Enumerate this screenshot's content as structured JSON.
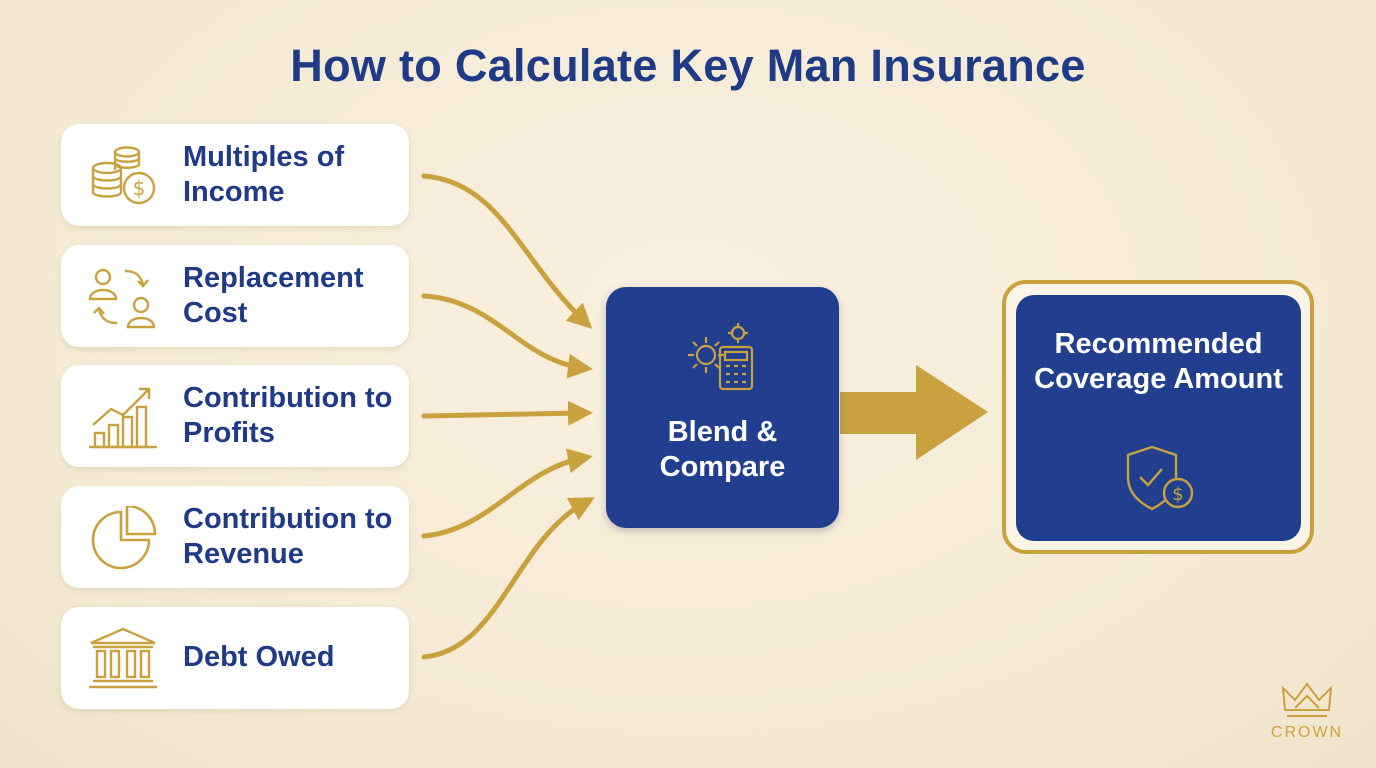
{
  "title": "How to Calculate Key Man Insurance",
  "methods": [
    {
      "label": "Multiples of Income",
      "icon": "coins-dollar-icon"
    },
    {
      "label": "Replacement Cost",
      "icon": "person-swap-icon"
    },
    {
      "label": "Contribution to Profits",
      "icon": "growth-chart-icon"
    },
    {
      "label": "Contribution to Revenue",
      "icon": "pie-chart-icon"
    },
    {
      "label": "Debt Owed",
      "icon": "bank-icon"
    }
  ],
  "center": {
    "label": "Blend & Compare",
    "icon": "gear-calculator-icon"
  },
  "result": {
    "label": "Recommended Coverage Amount",
    "icon": "shield-dollar-icon"
  },
  "brand": {
    "name": "CROWN",
    "icon": "crown-icon"
  },
  "colors": {
    "navy": "#213f8e",
    "title_blue": "#1f3a86",
    "gold": "#c9a23f",
    "background": "#f4ead4"
  }
}
